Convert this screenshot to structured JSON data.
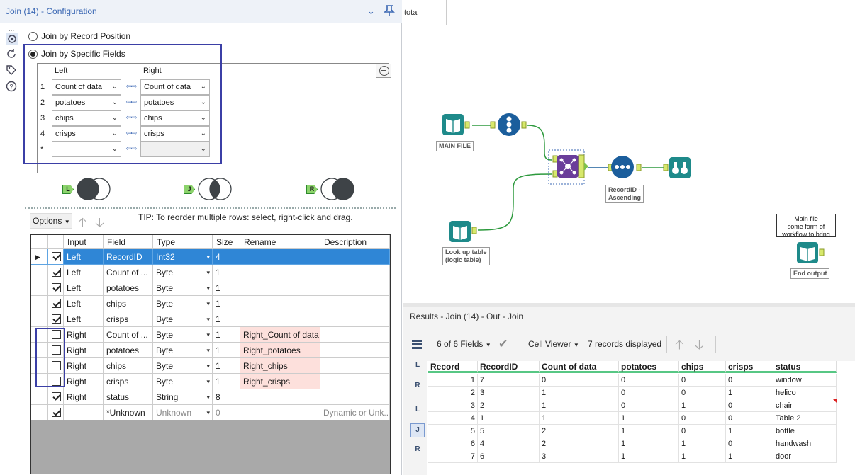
{
  "config": {
    "title": "Join (14) - Configuration",
    "side_dots": "...",
    "radio_position": "Join by Record Position",
    "radio_specific": "Join by Specific Fields",
    "grid_headers": {
      "left": "Left",
      "right": "Right"
    },
    "grid_rows": [
      {
        "num": "1",
        "left": "Count of data",
        "right": "Count of data"
      },
      {
        "num": "2",
        "left": "potatoes",
        "right": "potatoes"
      },
      {
        "num": "3",
        "left": "chips",
        "right": "chips"
      },
      {
        "num": "4",
        "left": "crisps",
        "right": "crisps"
      },
      {
        "num": "*",
        "left": "",
        "right": ""
      }
    ],
    "venn": [
      {
        "tag": "L",
        "highlight": "left"
      },
      {
        "tag": "J",
        "highlight": "center"
      },
      {
        "tag": "R",
        "highlight": "right"
      }
    ],
    "options_label": "Options",
    "tip": "TIP: To reorder multiple rows: select, right-click and drag.",
    "table_headers": [
      "Input",
      "Field",
      "Type",
      "Size",
      "Rename",
      "Description"
    ],
    "table_rows": [
      {
        "checked": true,
        "input": "Left",
        "field": "RecordID",
        "type": "Int32",
        "size": "4",
        "rename": "",
        "description": "",
        "selected": true
      },
      {
        "checked": true,
        "input": "Left",
        "field": "Count of ...",
        "type": "Byte",
        "size": "1",
        "rename": "",
        "description": ""
      },
      {
        "checked": true,
        "input": "Left",
        "field": "potatoes",
        "type": "Byte",
        "size": "1",
        "rename": "",
        "description": ""
      },
      {
        "checked": true,
        "input": "Left",
        "field": "chips",
        "type": "Byte",
        "size": "1",
        "rename": "",
        "description": ""
      },
      {
        "checked": true,
        "input": "Left",
        "field": "crisps",
        "type": "Byte",
        "size": "1",
        "rename": "",
        "description": ""
      },
      {
        "checked": false,
        "input": "Right",
        "field": "Count of ...",
        "type": "Byte",
        "size": "1",
        "rename": "Right_Count of data",
        "description": ""
      },
      {
        "checked": false,
        "input": "Right",
        "field": "potatoes",
        "type": "Byte",
        "size": "1",
        "rename": "Right_potatoes",
        "description": ""
      },
      {
        "checked": false,
        "input": "Right",
        "field": "chips",
        "type": "Byte",
        "size": "1",
        "rename": "Right_chips",
        "description": ""
      },
      {
        "checked": false,
        "input": "Right",
        "field": "crisps",
        "type": "Byte",
        "size": "1",
        "rename": "Right_crisps",
        "description": ""
      },
      {
        "checked": true,
        "input": "Right",
        "field": "status",
        "type": "String",
        "size": "8",
        "rename": "",
        "description": ""
      },
      {
        "checked": true,
        "input": "",
        "field": "*Unknown",
        "type": "Unknown",
        "size": "0",
        "rename": "",
        "description": "Dynamic or Unk...",
        "grey": true
      }
    ]
  },
  "canvas": {
    "topbar_text": "tota",
    "labels": {
      "main_file": "MAIN FILE",
      "lookup_line1": "Look up table",
      "lookup_line2": "(logic table)",
      "recordid_line1": "RecordID -",
      "recordid_line2": "Ascending",
      "comment_line1": "Main file",
      "comment_line2": "some form of",
      "comment_line3": "workflow to bring",
      "end_output": "End output"
    },
    "colors": {
      "input_tool": "#1e8a8a",
      "record_tool": "#1b5e9c",
      "join_tool": "#6a3d9a",
      "browse_tool": "#1e8a8a",
      "connector": "#2e9a3e"
    }
  },
  "results": {
    "title": "Results - Join (14) - Out - Join",
    "fields_label": "6 of 6 Fields",
    "cell_viewer": "Cell Viewer",
    "records_displayed": "7 records displayed",
    "side_tags": [
      "L",
      "R",
      "L",
      "J",
      "R"
    ],
    "headers": [
      "Record",
      "RecordID",
      "Count of data",
      "potatoes",
      "chips",
      "crisps",
      "status"
    ],
    "rows": [
      [
        "1",
        "7",
        "0",
        "0",
        "0",
        "0",
        "window"
      ],
      [
        "2",
        "3",
        "1",
        "0",
        "0",
        "1",
        "helico"
      ],
      [
        "3",
        "2",
        "1",
        "0",
        "1",
        "0",
        "chair"
      ],
      [
        "4",
        "1",
        "1",
        "1",
        "0",
        "0",
        "Table 2"
      ],
      [
        "5",
        "5",
        "2",
        "1",
        "0",
        "1",
        "bottle"
      ],
      [
        "6",
        "4",
        "2",
        "1",
        "1",
        "0",
        "handwash"
      ],
      [
        "7",
        "6",
        "3",
        "1",
        "1",
        "1",
        "door"
      ]
    ]
  }
}
